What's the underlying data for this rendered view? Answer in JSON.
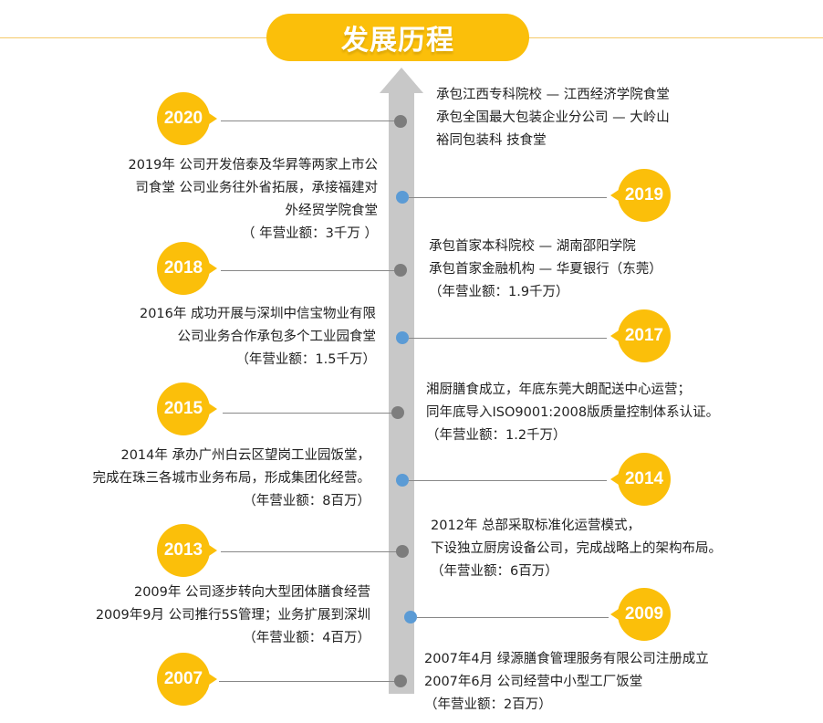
{
  "title": "发展历程",
  "colors": {
    "accent": "#fbbf0a",
    "shaft": "#c8c8c8",
    "dot_gray": "#7d7d7d",
    "dot_blue": "#5b9bd5"
  },
  "events": [
    {
      "year": "2020",
      "lines": [
        "承包江西专科院校 — 江西经济学院食堂",
        "承包全国最大包装企业分公司 — 大岭山",
        "裕同包装科  技食堂"
      ]
    },
    {
      "year": "2019",
      "lines": [
        "2019年 公司开发倍泰及华昇等两家上市公",
        "司食堂  公司业务往外省拓展，承接福建对",
        "外经贸学院食堂",
        "（ 年营业额：3千万 ）"
      ]
    },
    {
      "year": "2018",
      "lines": [
        "承包首家本科院校 — 湖南邵阳学院",
        "承包首家金融机构 — 华夏银行（东莞）",
        "（年营业额：1.9千万）"
      ]
    },
    {
      "year": "2017",
      "lines": [
        "2016年 成功开展与深圳中信宝物业有限",
        "公司业务合作承包多个工业园食堂",
        "（年营业额：1.5千万）"
      ]
    },
    {
      "year": "2015",
      "lines": [
        "湘厨膳食成立，年底东莞大朗配送中心运营；",
        "同年底导入ISO9001:2008版质量控制体系认证。",
        "（年营业额：1.2千万）"
      ]
    },
    {
      "year": "2014",
      "lines": [
        "2014年 承办广州白云区望岗工业园饭堂，",
        "完成在珠三各城市业务布局，形成集团化经营。",
        "（年营业额：8百万）"
      ]
    },
    {
      "year": "2013",
      "lines": [
        "2012年 总部采取标准化运营模式，",
        "下设独立厨房设备公司，完成战略上的架构布局。",
        "（年营业额：6百万）"
      ]
    },
    {
      "year": "2009",
      "lines": [
        "2009年 公司逐步转向大型团体膳食经营",
        "2009年9月 公司推行5S管理；业务扩展到深圳",
        "（年营业额：4百万）"
      ]
    },
    {
      "year": "2007",
      "lines": [
        "2007年4月 绿源膳食管理服务有限公司注册成立",
        "2007年6月  公司经营中小型工厂饭堂",
        "（年营业额：2百万）"
      ]
    }
  ]
}
